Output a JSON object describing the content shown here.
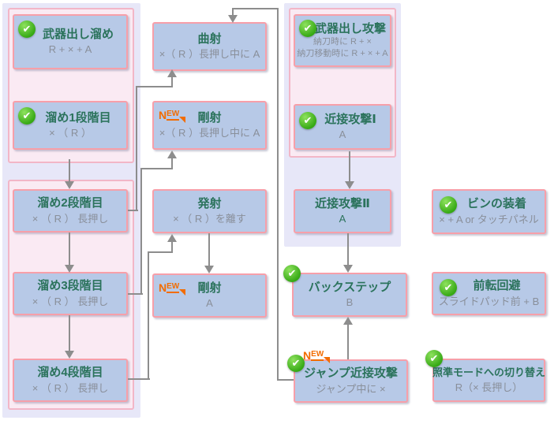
{
  "icons": {
    "check": "✔",
    "new_n": "N",
    "new_ew": "EW"
  },
  "colors": {
    "node_fill": "#b7c9e7",
    "node_border": "#f79fa9",
    "panel_fill": "#e7e7f8",
    "group_fill": "#faeaf3",
    "group_border": "#f2b6c7",
    "title_green": "#2b735c",
    "sub_gray": "#898f9a",
    "check_green": "#35a814",
    "new_orange": "#f26c00",
    "connector_gray": "#8d8d8d"
  },
  "nodes": [
    {
      "id": "buki-dashi-tame",
      "title": "武器出し溜め",
      "sub": "R + × + A",
      "checked": true,
      "new": false
    },
    {
      "id": "tame-1",
      "title": "溜め1段階目",
      "sub": "× （ R ）",
      "checked": true,
      "new": false
    },
    {
      "id": "tame-2",
      "title": "溜め2段階目",
      "sub": "× （ R ） 長押し",
      "checked": false,
      "new": false
    },
    {
      "id": "tame-3",
      "title": "溜め3段階目",
      "sub": "× （ R ） 長押し",
      "checked": false,
      "new": false
    },
    {
      "id": "tame-4",
      "title": "溜め4段階目",
      "sub": "× （ R ） 長押し",
      "checked": false,
      "new": false
    },
    {
      "id": "kyokusha",
      "title": "曲射",
      "sub": "×（ R ）長押し中に A",
      "checked": false,
      "new": false
    },
    {
      "id": "gousha-nagaoshi",
      "title": "剛射",
      "sub": "×（ R ）長押し中に A",
      "checked": false,
      "new": true
    },
    {
      "id": "hassha",
      "title": "発射",
      "sub": "× （ R ）を離す",
      "checked": false,
      "new": false
    },
    {
      "id": "gousha-a",
      "title": "剛射",
      "sub": "A",
      "checked": false,
      "new": true
    },
    {
      "id": "buki-dashi-kougeki",
      "title": "武器出し攻撃",
      "sub": "納刀時に R + ×",
      "sub2": "納刀移動時に R + × + A",
      "checked": true,
      "new": false
    },
    {
      "id": "kinsetsu-1",
      "title": "近接攻撃Ⅰ",
      "sub": "A",
      "checked": true,
      "new": false
    },
    {
      "id": "kinsetsu-2",
      "title": "近接攻撃Ⅱ",
      "sub": "A",
      "checked": false,
      "new": false
    },
    {
      "id": "backstep",
      "title": "バックステップ",
      "sub": "B",
      "checked": true,
      "new": false
    },
    {
      "id": "jump-kinsetsu",
      "title": "ジャンプ近接攻撃",
      "sub": "ジャンプ中に ×",
      "checked": true,
      "new": true
    },
    {
      "id": "bin-souchaku",
      "title": "ビンの装着",
      "sub": "× + A or タッチパネル",
      "checked": true,
      "new": false
    },
    {
      "id": "zenten-kaihi",
      "title": "前転回避",
      "sub": "スライドパッド前 + B",
      "checked": true,
      "new": false
    },
    {
      "id": "shoujun-mode",
      "title": "照準モードへの切り替え",
      "sub": "R（× 長押し）",
      "checked": true,
      "new": false
    }
  ],
  "edges": [
    {
      "from": "tame-1",
      "to": "tame-2"
    },
    {
      "from": "tame-2",
      "to": "tame-3"
    },
    {
      "from": "tame-3",
      "to": "tame-4"
    },
    {
      "from": "tame-2",
      "to": "kyokusha"
    },
    {
      "from": "tame-3",
      "to": "gousha-nagaoshi"
    },
    {
      "from": "tame-4",
      "to": "hassha"
    },
    {
      "from": "hassha",
      "to": "gousha-a"
    },
    {
      "from": "kinsetsu-1",
      "to": "kinsetsu-2"
    },
    {
      "from": "kinsetsu-2",
      "to": "backstep"
    },
    {
      "from": "jump-kinsetsu",
      "to": "backstep"
    },
    {
      "from": "jump-kinsetsu",
      "to": "kyokusha"
    }
  ]
}
